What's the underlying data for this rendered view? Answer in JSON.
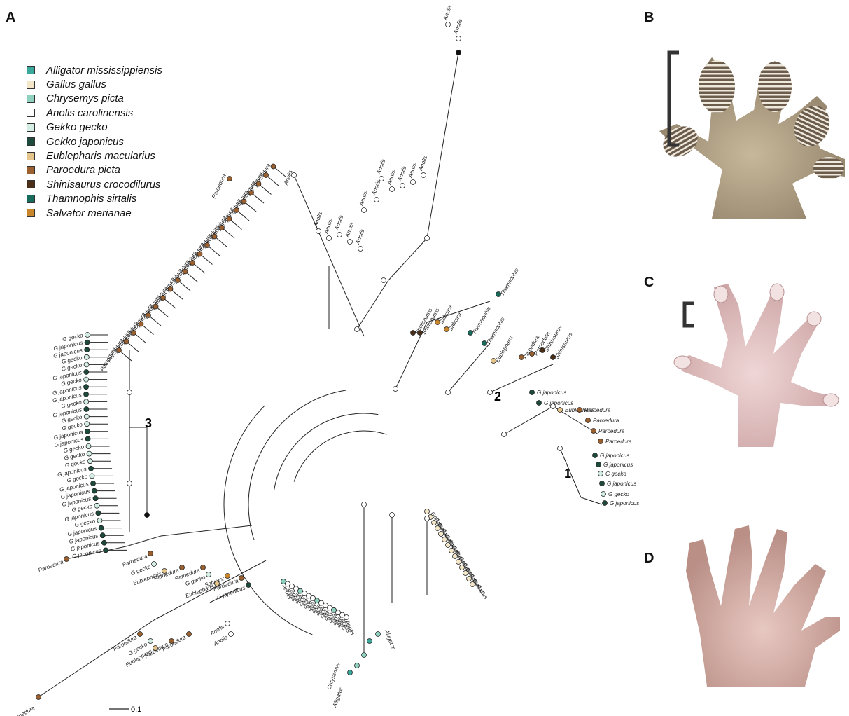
{
  "panels": {
    "a": "A",
    "b": "B",
    "c": "C",
    "d": "D"
  },
  "legend": [
    {
      "label": "Alligator mississippiensis",
      "color": "#3aa89a"
    },
    {
      "label": "Gallus gallus",
      "color": "#f3e6c9"
    },
    {
      "label": "Chrysemys picta",
      "color": "#8fd1bf"
    },
    {
      "label": "Anolis carolinensis",
      "color": "#ffffff"
    },
    {
      "label": "Gekko gecko",
      "color": "#d4eee4"
    },
    {
      "label": "Gekko japonicus",
      "color": "#1e4a3d"
    },
    {
      "label": "Eublepharis macularius",
      "color": "#e5c58b"
    },
    {
      "label": "Paroedura picta",
      "color": "#9a6030"
    },
    {
      "label": "Shinisaurus crocodilurus",
      "color": "#4a2e17"
    },
    {
      "label": "Thamnophis sirtalis",
      "color": "#166b5b"
    },
    {
      "label": "Salvator merianae",
      "color": "#c9862a"
    }
  ],
  "clade_labels": {
    "c1": "1",
    "c2": "2",
    "c3": "3"
  },
  "scale_bar": "0.1",
  "tip_names": {
    "paroedura": "Paroedura",
    "anolis": "Anolis",
    "ggecko": "G gecko",
    "gjaponicus": "G japonicus",
    "eublepharis": "Eublepharis",
    "salvator": "Salvator",
    "thamnophis": "Thamnophis",
    "shinisaurus": "Shinisaurus",
    "chrysemys": "Chrysemys",
    "alligator": "Alligator",
    "gallus": "Gallus"
  }
}
